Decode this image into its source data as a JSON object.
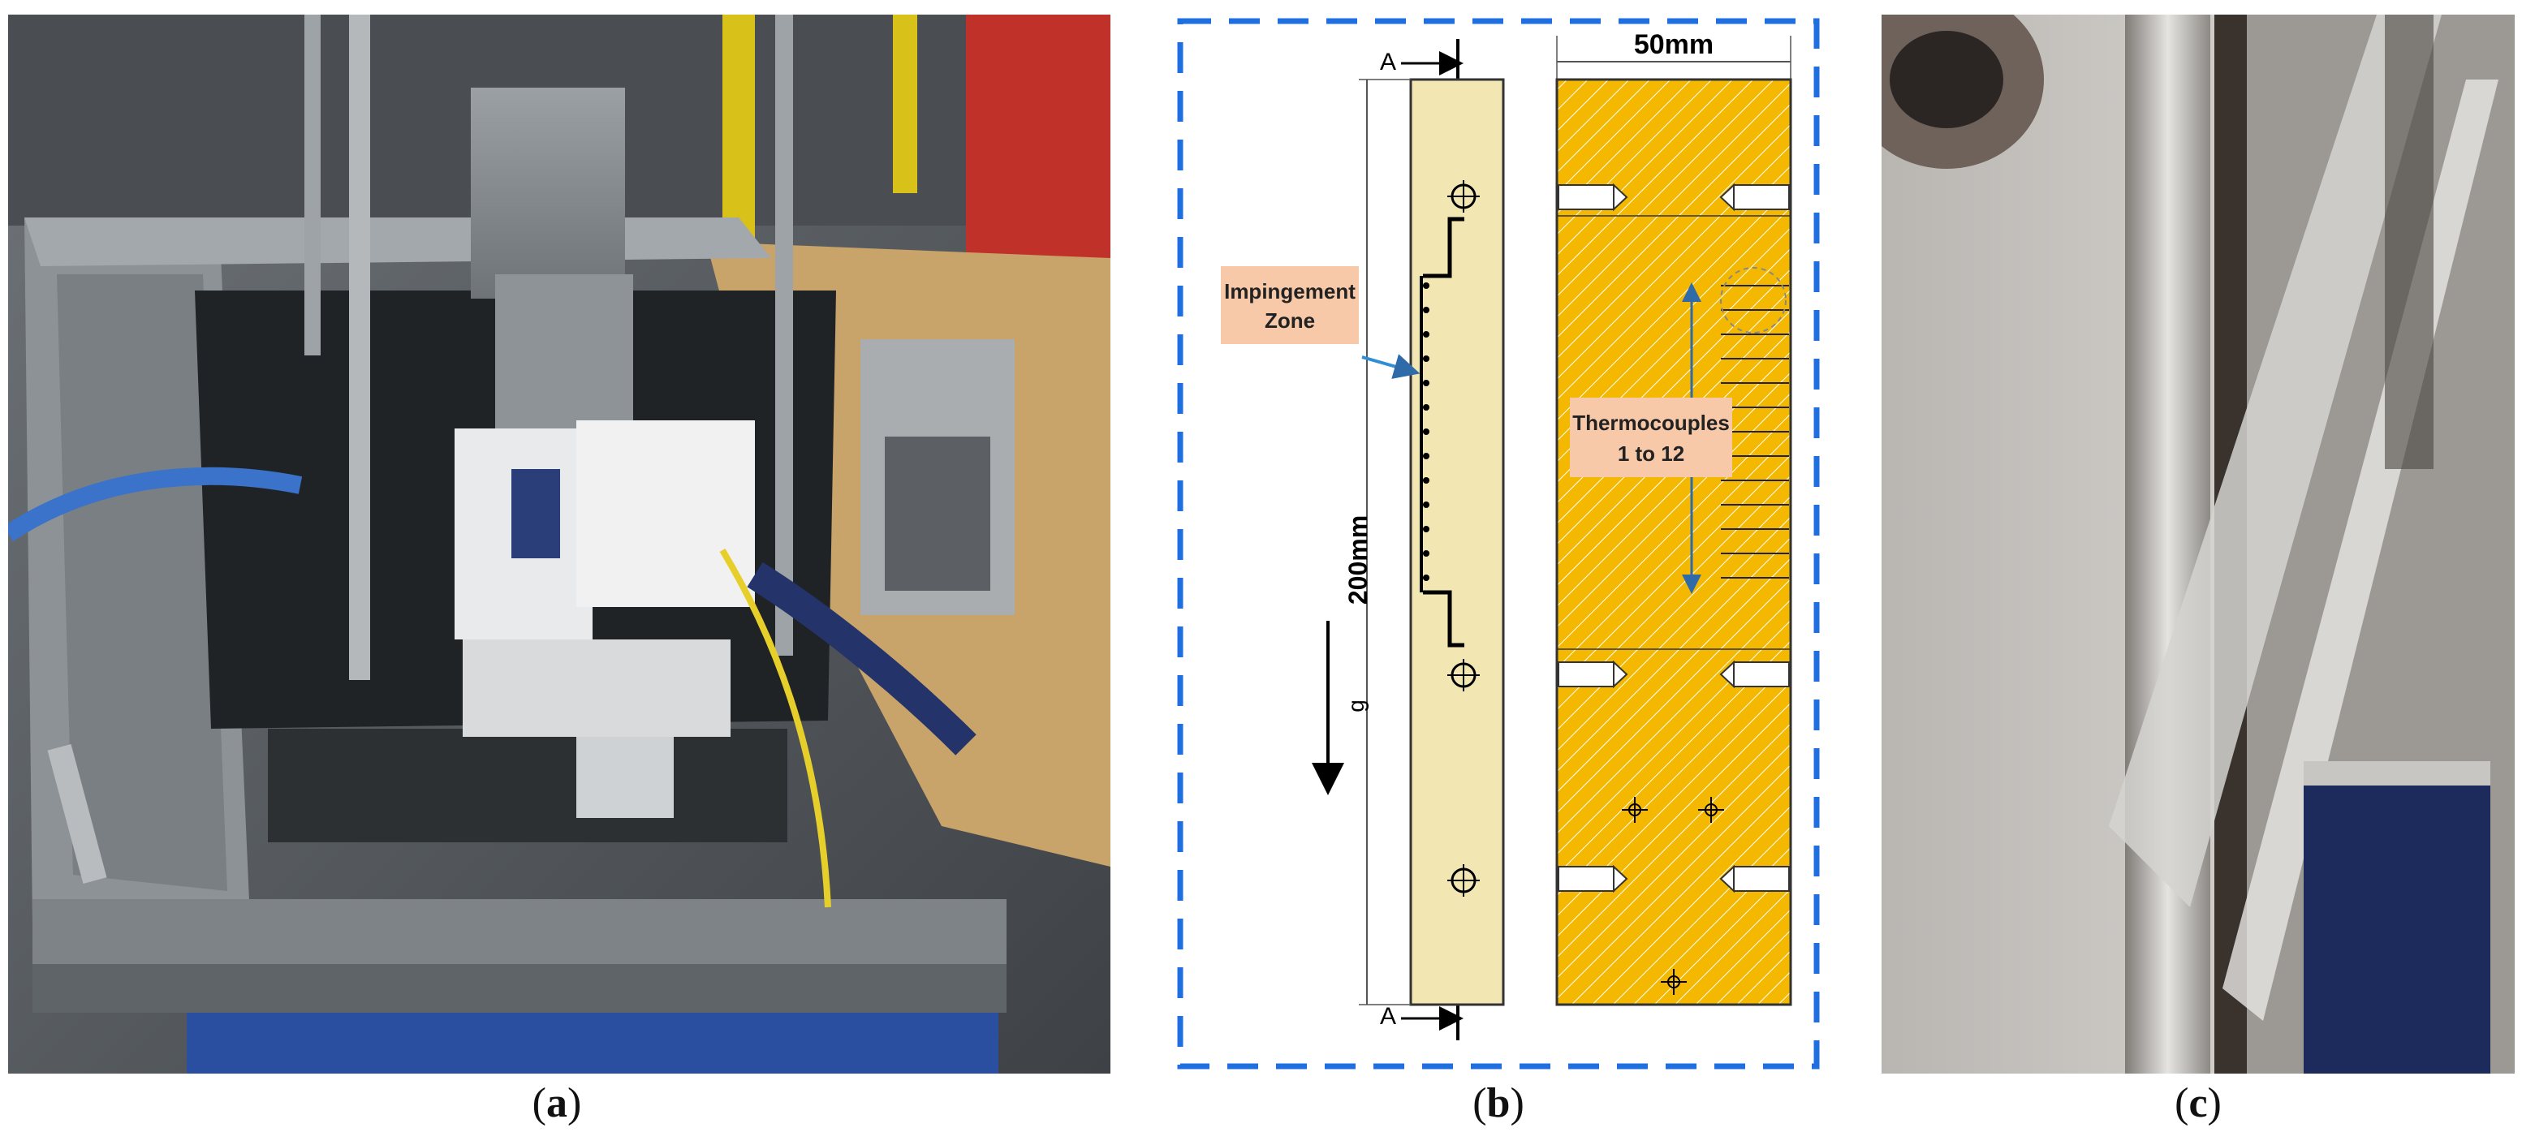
{
  "panels": {
    "a": {
      "letter": "a"
    },
    "b": {
      "letter": "b"
    },
    "c": {
      "letter": "c"
    }
  },
  "diagram": {
    "width_label": "50mm",
    "height_label": "200mm",
    "section_top": "A",
    "section_bottom": "A",
    "gravity_label": "g",
    "impingement_line1": "Impingement",
    "impingement_line2": "Zone",
    "thermocouples_line1": "Thermocouples",
    "thermocouples_line2": "1 to 12"
  },
  "colors": {
    "frame_dash": "#1f6fe0",
    "plate_fill": "#f2e6b3",
    "hatch_fill": "#f5b800",
    "hatch_line": "#ffffff",
    "label_fill": "#f7c9a8"
  }
}
